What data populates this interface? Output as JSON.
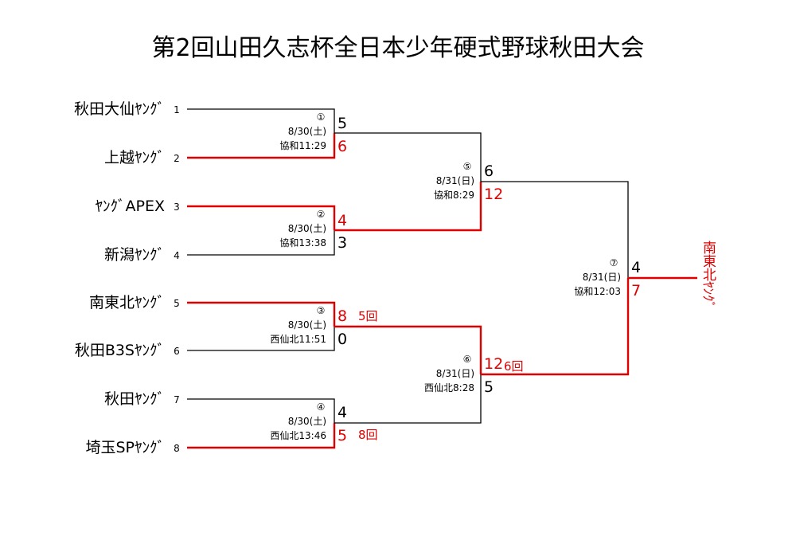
{
  "title": "第2回山田久志杯全日本少年硬式野球秋田大会",
  "teams": [
    {
      "seed": "1",
      "name": "秋田大仙ﾔﾝｸﾞ"
    },
    {
      "seed": "2",
      "name": "上越ﾔﾝｸﾞ"
    },
    {
      "seed": "3",
      "name": "ﾔﾝｸﾞAPEX"
    },
    {
      "seed": "4",
      "name": "新潟ﾔﾝｸﾞ"
    },
    {
      "seed": "5",
      "name": "南東北ﾔﾝｸﾞ"
    },
    {
      "seed": "6",
      "name": "秋田B3Sﾔﾝｸﾞ"
    },
    {
      "seed": "7",
      "name": "秋田ﾔﾝｸﾞ"
    },
    {
      "seed": "8",
      "name": "埼玉SPﾔﾝｸﾞ"
    }
  ],
  "games": [
    {
      "no": "①",
      "date": "8/30(土)",
      "venue": "協和11:29",
      "top_score": "5",
      "bottom_score": "6",
      "winner": "bottom",
      "innings": ""
    },
    {
      "no": "②",
      "date": "8/30(土)",
      "venue": "協和13:38",
      "top_score": "4",
      "bottom_score": "3",
      "winner": "top",
      "innings": ""
    },
    {
      "no": "③",
      "date": "8/30(土)",
      "venue": "西仙北11:51",
      "top_score": "8",
      "bottom_score": "0",
      "winner": "top",
      "innings": "5回"
    },
    {
      "no": "④",
      "date": "8/30(土)",
      "venue": "西仙北13:46",
      "top_score": "4",
      "bottom_score": "5",
      "winner": "bottom",
      "innings": "8回"
    },
    {
      "no": "⑤",
      "date": "8/31(日)",
      "venue": "協和8:29",
      "top_score": "6",
      "bottom_score": "12",
      "winner": "bottom",
      "innings": ""
    },
    {
      "no": "⑥",
      "date": "8/31(日)",
      "venue": "西仙北8:28",
      "top_score": "12",
      "bottom_score": "5",
      "winner": "top",
      "innings": "6回"
    },
    {
      "no": "⑦",
      "date": "8/31(日)",
      "venue": "協和12:03",
      "top_score": "4",
      "bottom_score": "7",
      "winner": "bottom",
      "innings": ""
    }
  ],
  "champion": "南東北ﾔﾝｸﾞ",
  "colors": {
    "winner_line": "#e00000",
    "loser_line": "#000000"
  }
}
